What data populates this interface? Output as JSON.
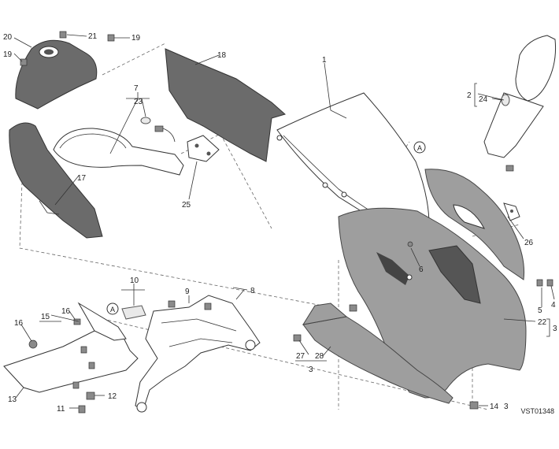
{
  "diagram": {
    "reference_code": "VST01348",
    "callouts": [
      {
        "id": "c1",
        "text": "1"
      },
      {
        "id": "c2",
        "text": "2"
      },
      {
        "id": "c3a",
        "text": "3"
      },
      {
        "id": "c3b",
        "text": "3"
      },
      {
        "id": "c3c",
        "text": "3"
      },
      {
        "id": "c4",
        "text": "4"
      },
      {
        "id": "c5",
        "text": "5"
      },
      {
        "id": "c6",
        "text": "6"
      },
      {
        "id": "c7",
        "text": "7"
      },
      {
        "id": "c8",
        "text": "8"
      },
      {
        "id": "c9",
        "text": "9"
      },
      {
        "id": "c10",
        "text": "10"
      },
      {
        "id": "c11",
        "text": "11"
      },
      {
        "id": "c12",
        "text": "12"
      },
      {
        "id": "c13",
        "text": "13"
      },
      {
        "id": "c14",
        "text": "14"
      },
      {
        "id": "c15",
        "text": "15"
      },
      {
        "id": "c16",
        "text": "16"
      },
      {
        "id": "c16b",
        "text": "16"
      },
      {
        "id": "c17",
        "text": "17"
      },
      {
        "id": "c18",
        "text": "18"
      },
      {
        "id": "c19a",
        "text": "19"
      },
      {
        "id": "c19b",
        "text": "19"
      },
      {
        "id": "c20",
        "text": "20"
      },
      {
        "id": "c21",
        "text": "21"
      },
      {
        "id": "c22",
        "text": "22"
      },
      {
        "id": "c23",
        "text": "23"
      },
      {
        "id": "c24",
        "text": "24"
      },
      {
        "id": "c25",
        "text": "25"
      },
      {
        "id": "c26",
        "text": "26"
      },
      {
        "id": "c27",
        "text": "27"
      },
      {
        "id": "c28",
        "text": "28"
      }
    ],
    "markers": [
      {
        "id": "mA1",
        "text": "A"
      },
      {
        "id": "mA2",
        "text": "A"
      }
    ]
  }
}
